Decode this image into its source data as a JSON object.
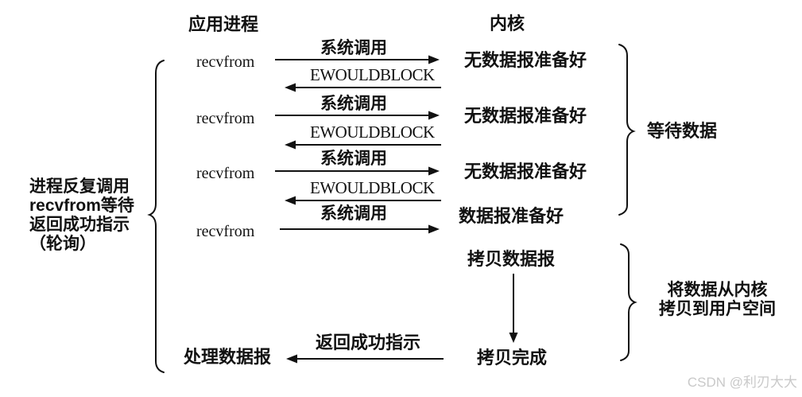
{
  "colors": {
    "background": "#ffffff",
    "ink": "#111111",
    "watermark": "#c9c9c9"
  },
  "headers": {
    "application": "应用进程",
    "kernel": "内核"
  },
  "exchanges": [
    {
      "caller": "recvfrom",
      "syscall": "系统调用",
      "error": "EWOULDBLOCK",
      "kernel_state": "无数据报准备好"
    },
    {
      "caller": "recvfrom",
      "syscall": "系统调用",
      "error": "EWOULDBLOCK",
      "kernel_state": "无数据报准备好"
    },
    {
      "caller": "recvfrom",
      "syscall": "系统调用",
      "error": "EWOULDBLOCK",
      "kernel_state": "无数据报准备好"
    },
    {
      "caller": "recvfrom",
      "syscall": "系统调用",
      "kernel_state": "数据报准备好"
    }
  ],
  "copy_phase": {
    "copy_datagram": "拷贝数据报",
    "copy_complete": "拷贝完成",
    "return_success": "返回成功指示",
    "process_datagram": "处理数据报"
  },
  "annotations": {
    "polling_note": {
      "line1": "进程反复调用",
      "line2": "recvfrom等待",
      "line3": "返回成功指示",
      "line4": "（轮询）"
    },
    "wait_data": "等待数据",
    "copy_note": {
      "line1": "将数据从内核",
      "line2": "拷贝到用户空间"
    }
  },
  "watermark": "CSDN @利刃大大"
}
